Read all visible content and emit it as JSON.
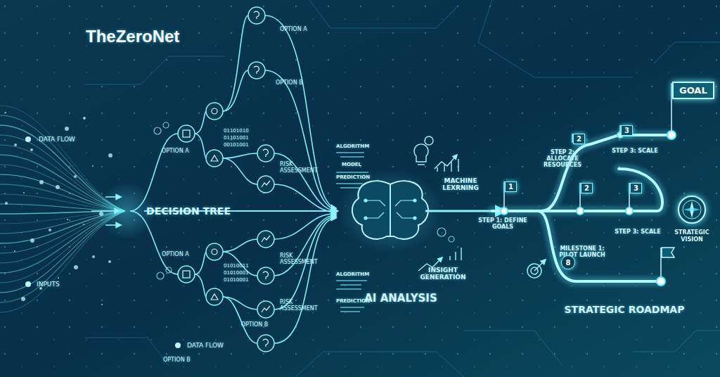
{
  "diagram": {
    "nodes": [
      {
        "text": [
          "1"
        ]
      },
      {
        "text": [
          "2"
        ]
      },
      {
        "text": [
          "3"
        ]
      },
      {
        "text": [
          "GOAL"
        ]
      },
      {
        "text": [
          "2"
        ]
      },
      {
        "text": [
          "3"
        ]
      },
      {
        "text": [
          "STRATEGIC VISION"
        ]
      },
      {
        "text": [
          "8"
        ]
      }
    ],
    "labels": [
      "TheZeroNet",
      "DATA FLOW",
      "INPUTS",
      "DATA FLOW",
      "DECISION TREE",
      "OPTION A",
      "OPTION B",
      "OPTION A",
      "RISK ASSESSMENT",
      "OPTION A",
      "RISK ASSESSMENT",
      "OPTION B",
      "RISK ASSESSMENT",
      "OPTION B",
      "01101010",
      "01101001",
      "00101001",
      "01010011",
      "01010001",
      "01010001",
      "ALGORITHM",
      "MODEL",
      "PREDICTION",
      "ALGORITHM",
      "PREDICTION",
      "MACHINE LEXRNING",
      "INSIGHT GENERATION",
      "AI ANALYSIS",
      "STEP 1: DEFINE GOALS",
      "STEP 2: ALLOCATE RESOURCES",
      "STEP 3: SCALE",
      "MILESTONE 1: PILOT LAUNCH",
      "STEP 3: SCALE",
      "STRATEGIC ROADMAP"
    ]
  }
}
